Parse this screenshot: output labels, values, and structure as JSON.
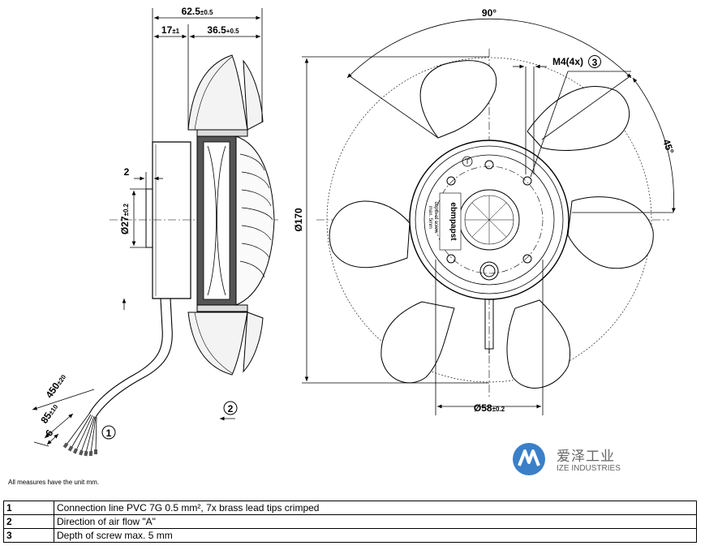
{
  "dimensions": {
    "overall_length": "62.5",
    "overall_length_tol": "±0.5",
    "part_a": "17",
    "part_a_tol": "±1",
    "part_b": "36.5",
    "part_b_tol": "+0.5",
    "flange_thickness": "2",
    "hub_diameter": "Ø27",
    "hub_diameter_tol": "±0.2",
    "fan_diameter": "Ø170",
    "cable_length": "450",
    "cable_length_tol": "±20",
    "strip_length": "85",
    "strip_length_tol": "±10",
    "tip_length": "6",
    "screw_circle": "Ø58",
    "screw_circle_tol": "±0.2",
    "angle_top": "90°",
    "angle_side": "45°",
    "screw_spec": "M4(4x)",
    "screw_callout": "3"
  },
  "callouts": {
    "cable": "1",
    "airflow": "2"
  },
  "hub_label": {
    "brand": "ebmpapst",
    "line1": "depth of screw",
    "line2": "max. 5mm"
  },
  "note": "All measures have the unit mm.",
  "logo": {
    "cn": "爱泽工业",
    "en": "IZE INDUSTRIES",
    "color": "#3a7fc8"
  },
  "legend": [
    {
      "num": "1",
      "text": "Connection line PVC 7G 0.5 mm², 7x brass lead tips crimped"
    },
    {
      "num": "2",
      "text": "Direction of air flow \"A\""
    },
    {
      "num": "3",
      "text": "Depth of screw max. 5 mm"
    }
  ]
}
